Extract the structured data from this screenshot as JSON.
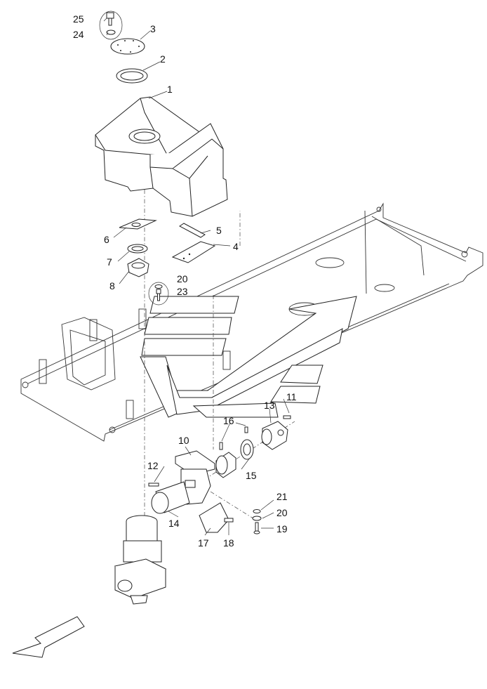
{
  "callouts": [
    {
      "id": "c1",
      "text": "1"
    },
    {
      "id": "c2",
      "text": "2"
    },
    {
      "id": "c3",
      "text": "3"
    },
    {
      "id": "c4",
      "text": "4"
    },
    {
      "id": "c5",
      "text": "5"
    },
    {
      "id": "c6",
      "text": "6"
    },
    {
      "id": "c7",
      "text": "7"
    },
    {
      "id": "c8",
      "text": "8"
    },
    {
      "id": "c10",
      "text": "10"
    },
    {
      "id": "c11",
      "text": "11"
    },
    {
      "id": "c12",
      "text": "12"
    },
    {
      "id": "c13",
      "text": "13"
    },
    {
      "id": "c14",
      "text": "14"
    },
    {
      "id": "c15",
      "text": "15"
    },
    {
      "id": "c16",
      "text": "16"
    },
    {
      "id": "c17",
      "text": "17"
    },
    {
      "id": "c18",
      "text": "18"
    },
    {
      "id": "c19",
      "text": "19"
    },
    {
      "id": "c20a",
      "text": "20"
    },
    {
      "id": "c20b",
      "text": "20"
    },
    {
      "id": "c21",
      "text": "21"
    },
    {
      "id": "c23",
      "text": "23"
    },
    {
      "id": "c24",
      "text": "24"
    },
    {
      "id": "c25",
      "text": "25"
    }
  ],
  "colors": {
    "line": "#222222",
    "background": "#ffffff"
  },
  "icons": [
    "direction-arrow-icon"
  ]
}
